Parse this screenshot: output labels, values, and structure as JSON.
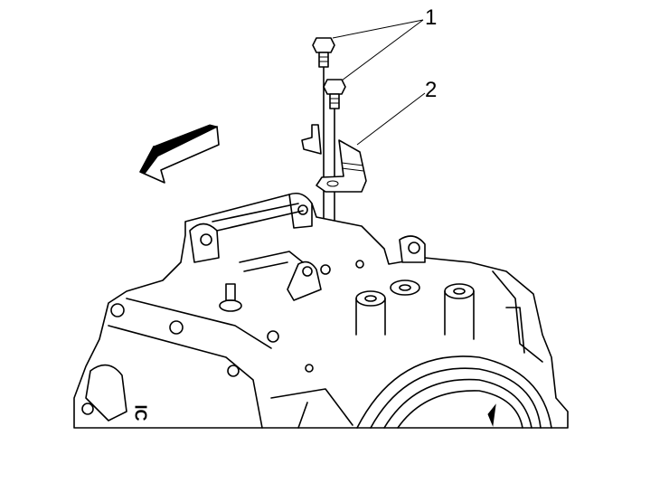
{
  "diagram": {
    "type": "exploded-view line drawing",
    "subject": "transmission housing with bracket and bolts",
    "callouts": [
      {
        "id": "1",
        "label": "1",
        "refers_to": "bolts (2)"
      },
      {
        "id": "2",
        "label": "2",
        "refers_to": "bracket"
      }
    ],
    "casting_mark": "IC",
    "direction_arrow": "front-of-vehicle arrow pointing lower-left"
  },
  "colors": {
    "line": "#000000",
    "background": "#ffffff"
  }
}
